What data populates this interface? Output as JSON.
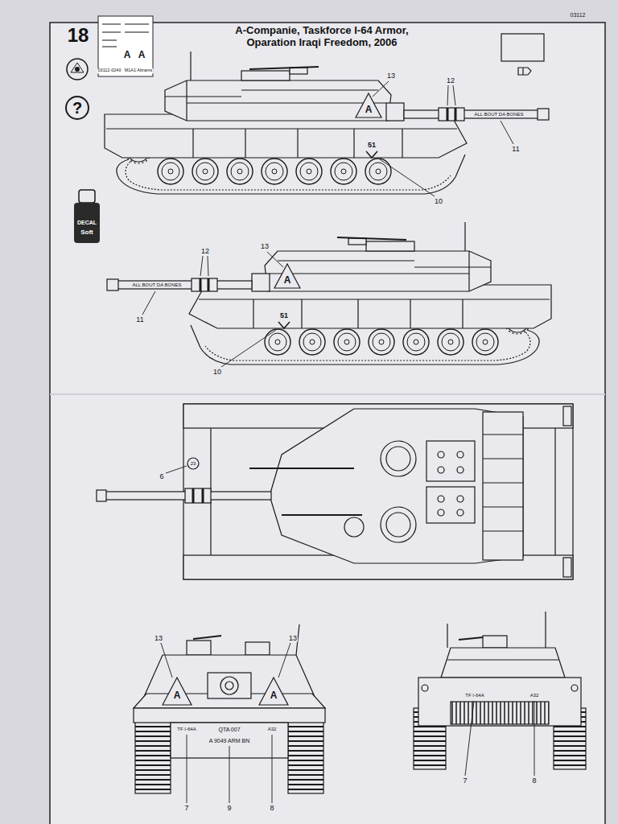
{
  "diagram": {
    "title": "A-Companie, Taskforce I-64 Armor, Oparation Iraqi Freedom, 2006",
    "labels": [
      "03112",
      "18",
      "03112-0240",
      "M1A1 Abrams",
      "A",
      "A",
      "?",
      "DECAL",
      "Soft",
      "13",
      "12",
      "A",
      "ALL BOUT DA BONES",
      "11",
      "51",
      "10",
      "12",
      "13",
      "A",
      "ALL BOUT DA BONES",
      "11",
      "51",
      "10",
      "6",
      "23",
      "13",
      "13",
      "A",
      "A",
      "TF I-64A",
      "QTA 007",
      "A 9049 ARM BN",
      "A32",
      "7",
      "9",
      "8",
      "TF I-64A",
      "A32",
      "7",
      "8"
    ]
  }
}
